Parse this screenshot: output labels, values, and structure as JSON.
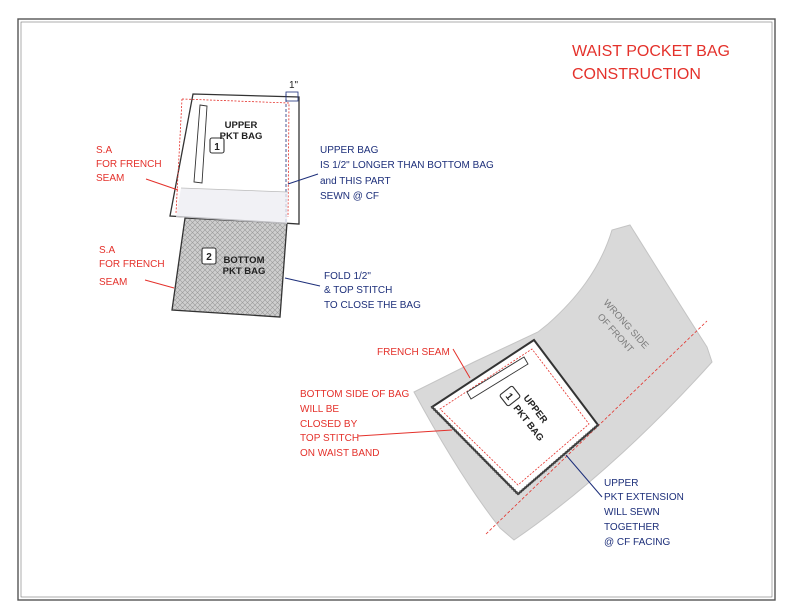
{
  "title": [
    "WAIST POCKET BAG",
    "CONSTRUCTION"
  ],
  "measure_1in": "1\"",
  "upper_bag": {
    "number": "1",
    "label": [
      "UPPER",
      "PKT BAG"
    ]
  },
  "bottom_bag": {
    "number": "2",
    "label": [
      "BOTTOM",
      "PKT BAG"
    ]
  },
  "front_text": [
    "WRONG SIDE",
    "OF FRONT"
  ],
  "sewn_bag": {
    "number": "1",
    "label": [
      "UPPER",
      "PKT BAG"
    ]
  },
  "notes": {
    "sa_french_1": [
      "S.A",
      "FOR FRENCH",
      "SEAM"
    ],
    "sa_french_2": [
      "S.A",
      "FOR FRENCH",
      "SEAM"
    ],
    "upper_longer": [
      "UPPER BAG",
      "IS 1/2\" LONGER THAN BOTTOM BAG",
      "and THIS PART",
      "SEWN @ CF"
    ],
    "fold_stitch": [
      "FOLD 1/2\"",
      "& TOP STITCH",
      "TO CLOSE THE BAG"
    ],
    "french_seam": "FRENCH SEAM",
    "bottom_side": [
      "BOTTOM SIDE OF BAG",
      "WILL BE",
      "CLOSED BY",
      "TOP STITCH",
      "ON WAIST BAND"
    ],
    "extension": [
      "UPPER",
      "PKT EXTENSION",
      "WILL SEWN",
      "TOGETHER",
      "@ CF FACING"
    ]
  },
  "colors": {
    "red": "#e4312b",
    "navy": "#1d2f7a",
    "front_panel": "#d9d9d9",
    "bottom_bag_fill": "#c8c8c8"
  }
}
